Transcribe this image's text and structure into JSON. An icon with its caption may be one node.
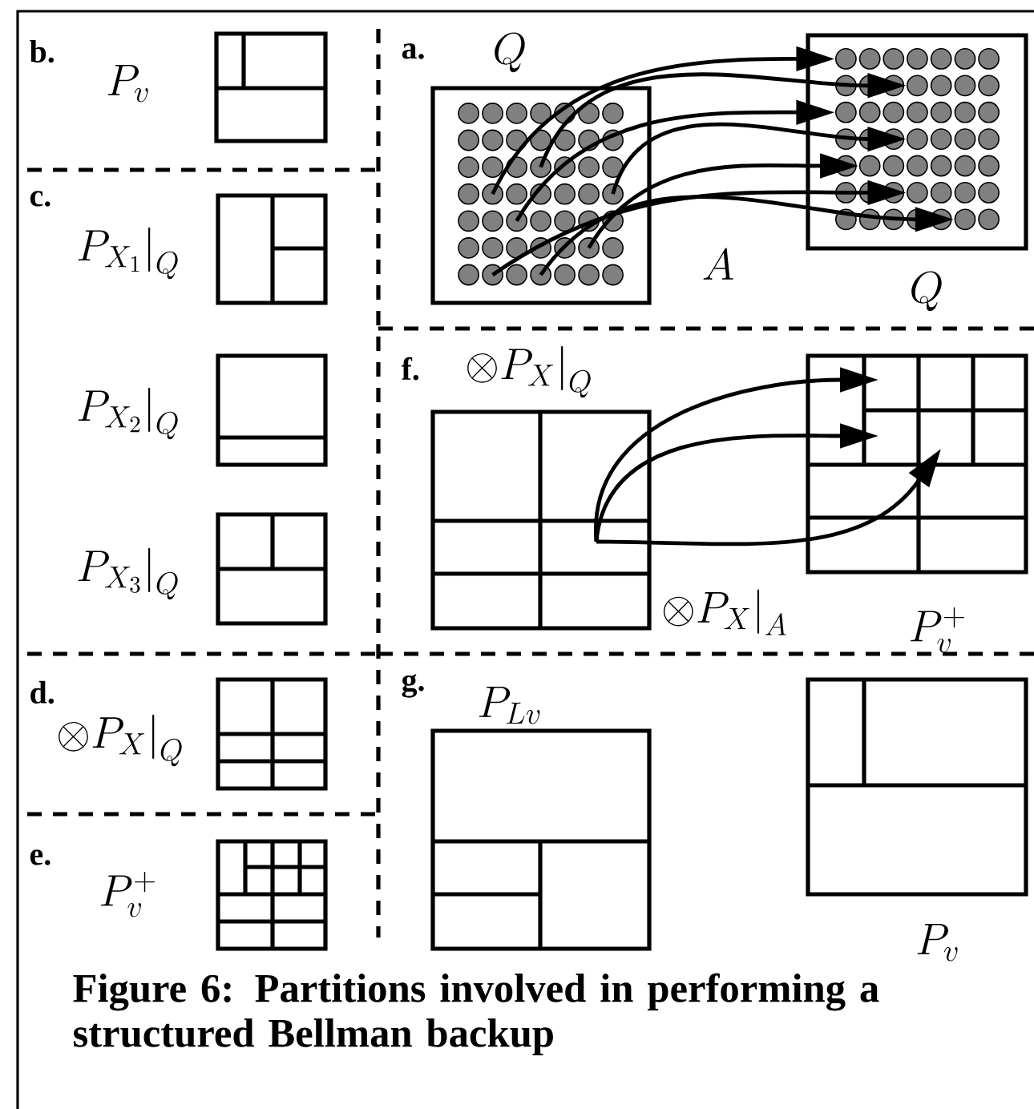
{
  "diagram": {
    "caption": "Figure 6: Partitions involved in performing a structured Bellman backup",
    "nodes": [
      {
        "text": [
          "Q"
        ]
      },
      {
        "text": [
          "Q"
        ]
      },
      {
        "text": [
          "P_v"
        ]
      },
      {
        "text": [
          "P_{X_1}\\Big|_{Q}"
        ]
      },
      {
        "text": [
          "P_{X_2}\\Big|_{Q}"
        ]
      },
      {
        "text": [
          "P_{X_3}\\Big|_{Q}"
        ]
      },
      {
        "text": [
          "\\otimes P_X\\Big|_{Q}"
        ]
      },
      {
        "text": [
          "P_v^+"
        ]
      },
      {
        "text": [
          "\\otimes P_X\\Big|_{Q}"
        ]
      },
      {
        "text": [
          "P_v^+"
        ]
      },
      {
        "text": [
          "P_{Lv}"
        ]
      },
      {
        "text": [
          "P_v"
        ]
      }
    ],
    "edges": [
      {
        "from": 0,
        "to": 1,
        "arrow": "to"
      },
      {
        "from": 0,
        "to": 1,
        "arrow": "to"
      },
      {
        "from": 0,
        "to": 1,
        "arrow": "to"
      },
      {
        "from": 0,
        "to": 1,
        "arrow": "to"
      },
      {
        "from": 0,
        "to": 1,
        "arrow": "to"
      },
      {
        "from": 0,
        "to": 1,
        "arrow": "to"
      },
      {
        "from": 0,
        "to": 1,
        "arrow": "to"
      },
      {
        "from": 8,
        "to": 9,
        "arrow": "to"
      },
      {
        "from": 8,
        "to": 9,
        "arrow": "to"
      },
      {
        "from": 8,
        "to": 9,
        "arrow": "to"
      }
    ],
    "labels": [
      "b.",
      "c.",
      "d.",
      "e.",
      "a.",
      "A",
      "f.",
      "\\otimes P_X\\Big|_{A}",
      "g."
    ]
  }
}
